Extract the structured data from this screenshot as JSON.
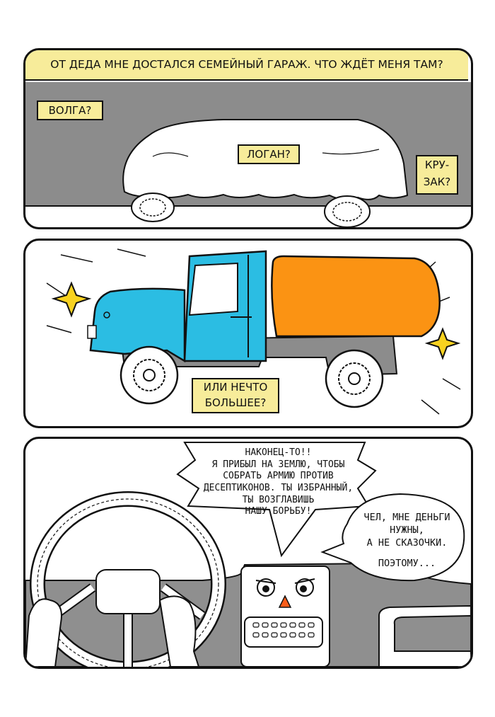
{
  "panel1": {
    "caption": "ОТ ДЕДА МНЕ ДОСТАЛСЯ СЕМЕЙНЫЙ ГАРАЖ. ЧТО ЖДЁТ МЕНЯ ТАМ?",
    "label_volga": "ВОЛГА?",
    "label_logan": "ЛОГАН?",
    "label_kruzak_1": "КРУ-",
    "label_kruzak_2": "ЗАК?"
  },
  "panel2": {
    "caption_1": "ИЛИ НЕЧТО",
    "caption_2": "БОЛЬШЕЕ?"
  },
  "panel3": {
    "robot_speech": [
      "НАКОНЕЦ-ТО!!",
      "Я ПРИБЫЛ НА ЗЕМЛЮ, ЧТОБЫ",
      "СОБРАТЬ АРМИЮ ПРОТИВ",
      "ДЕСЕПТИКОНОВ. ТЫ ИЗБРАННЫЙ,",
      "ТЫ ВОЗГЛАВИШЬ",
      "НАШУ БОРЬБУ!"
    ],
    "driver_speech": [
      "ЧЕЛ, МНЕ ДЕНЬГИ",
      "НУЖНЫ,",
      "А НЕ СКАЗОЧКИ."
    ],
    "driver_speech_2": "ПОЭТОМУ..."
  },
  "colors": {
    "caption_bg": "#f7ec9a",
    "garage_gray": "#8c8c8c",
    "truck_blue": "#2bbde3",
    "tank_orange": "#fb9313",
    "sparkle_yellow": "#f8d21f",
    "dash_gray": "#8f8f8f"
  }
}
